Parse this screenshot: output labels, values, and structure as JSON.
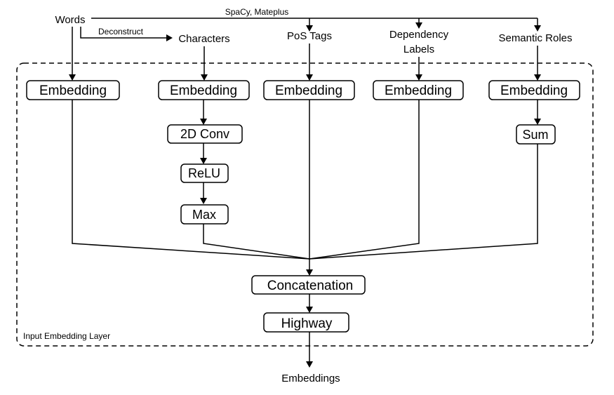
{
  "inputs": {
    "words": "Words",
    "characters": "Characters",
    "pos_tags": "PoS Tags",
    "dependency_labels_line1": "Dependency",
    "dependency_labels_line2": "Labels",
    "semantic_roles": "Semantic Roles"
  },
  "edge_labels": {
    "spacy_mateplus": "SpaCy, Mateplus",
    "deconstruct": "Deconstruct"
  },
  "nodes": {
    "embedding_words": "Embedding",
    "embedding_characters": "Embedding",
    "embedding_pos": "Embedding",
    "embedding_dependency": "Embedding",
    "embedding_semantic": "Embedding",
    "conv2d": "2D Conv",
    "relu": "ReLU",
    "max": "Max",
    "sum": "Sum",
    "concatenation": "Concatenation",
    "highway": "Highway"
  },
  "layer_label": "Input Embedding Layer",
  "output": "Embeddings"
}
